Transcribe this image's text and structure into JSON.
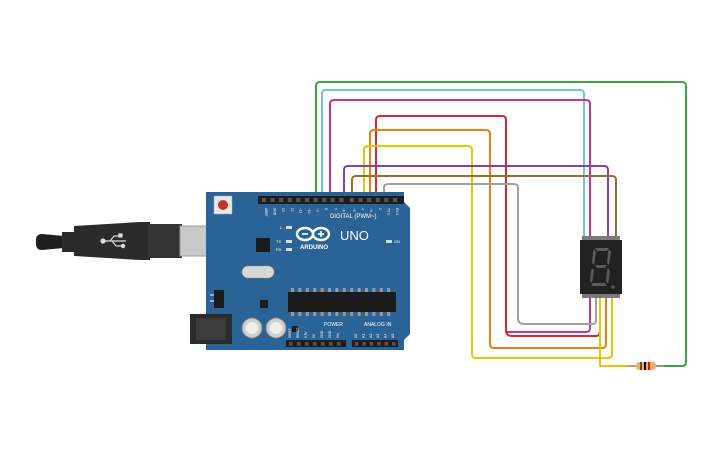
{
  "canvas": {
    "background": "#ffffff"
  },
  "board": {
    "color": "#2a6496",
    "logo_text": "ARDUINO",
    "model_text": "UNO",
    "digital_header_label": "DIGITAL (PWM~)",
    "power_label": "POWER",
    "analog_label": "ANALOG IN",
    "led_labels": [
      "L",
      "TX",
      "RX"
    ],
    "on_label": "ON",
    "digital_pin_labels": [
      "AREF",
      "GND",
      "13",
      "12",
      "~11",
      "~10",
      "~9",
      "8",
      "7",
      "~6",
      "~5",
      "4",
      "~3",
      "2",
      "TX 1",
      "RX 0"
    ],
    "power_pin_labels": [
      "IOREF",
      "RESET",
      "3.3V",
      "5V",
      "GND",
      "GND",
      "Vin"
    ],
    "analog_pin_labels": [
      "A0",
      "A1",
      "A2",
      "A3",
      "A4",
      "A5"
    ]
  },
  "display": {
    "digit": "8",
    "segment_color": "#5b5b5b",
    "body_color": "#222222"
  },
  "wires": {
    "green": "#3aa63a",
    "cyan": "#6ec4d8",
    "magenta": "#c0349c",
    "red": "#d42a2a",
    "orange": "#e8820e",
    "yellow": "#e6c600",
    "purple": "#8a3db0",
    "brown": "#9a6a2e",
    "gray": "#a0a0a0"
  },
  "resistor": {
    "body": "#d9b57a",
    "bands": [
      "#8b4513",
      "#000000",
      "#ff0000"
    ]
  }
}
